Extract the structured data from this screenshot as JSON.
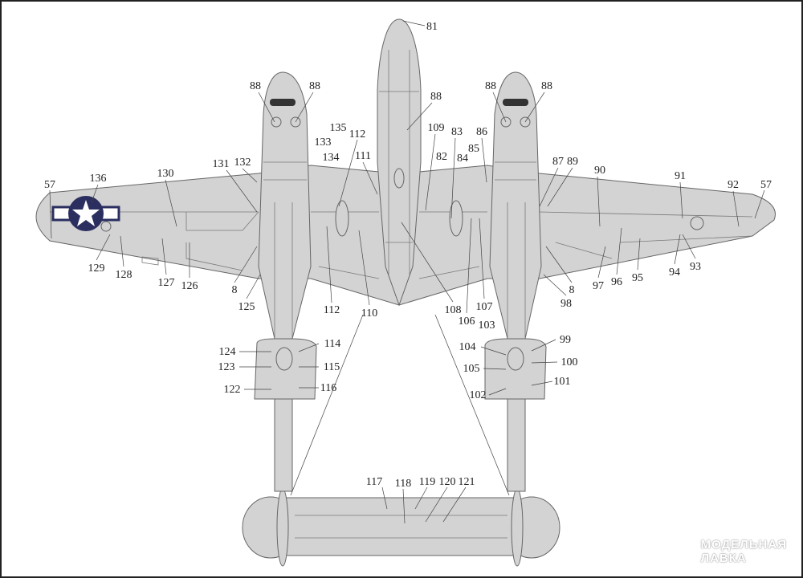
{
  "title": "P-38 underside decal placement diagram",
  "labels": [
    "81",
    "88",
    "88",
    "88",
    "88",
    "88",
    "109",
    "83",
    "86",
    "82",
    "84",
    "85",
    "87",
    "89",
    "90",
    "91",
    "92",
    "57",
    "57",
    "136",
    "130",
    "131",
    "132",
    "133",
    "135",
    "112",
    "134",
    "111",
    "129",
    "128",
    "127",
    "126",
    "8",
    "125",
    "112",
    "110",
    "108",
    "107",
    "106",
    "103",
    "8",
    "98",
    "97",
    "96",
    "95",
    "94",
    "93",
    "124",
    "114",
    "123",
    "115",
    "122",
    "116",
    "99",
    "104",
    "100",
    "105",
    "101",
    "102",
    "117",
    "118",
    "119",
    "120",
    "121"
  ],
  "colors": {
    "skin": "#d3d3d3",
    "outline": "#666666",
    "insignia_blue": "#2b2f5f",
    "insignia_white": "#ffffff"
  },
  "watermark": {
    "line1": "МОДЕЛЬНАЯ",
    "line2": "ЛАВКА"
  }
}
